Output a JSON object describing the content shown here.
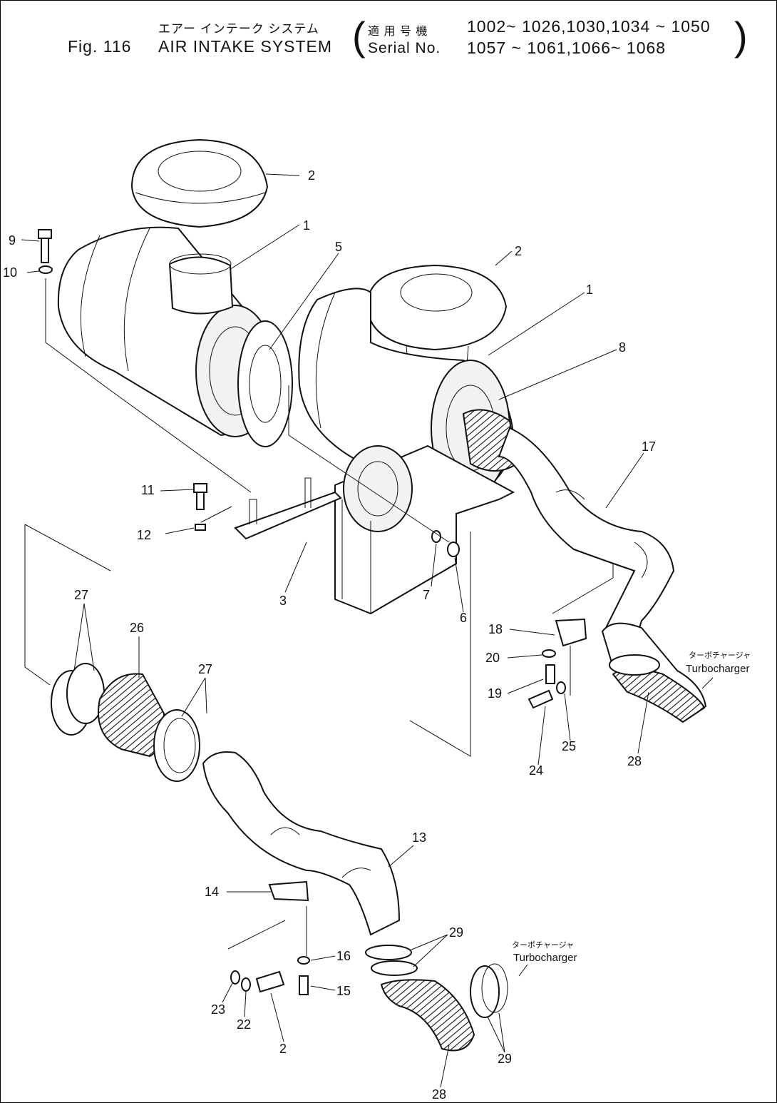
{
  "header": {
    "jp_title": "エアー インテーク システム",
    "fig_label": "Fig. 116",
    "en_title": "AIR INTAKE SYSTEM",
    "serial_jp_label": "適 用 号 機",
    "serial_line1": "1002~ 1026,1030,1034 ~ 1050",
    "serial_en_label": "Serial No.",
    "serial_line2": "1057 ~ 1061,1066~ 1068"
  },
  "callouts": [
    {
      "label": "2"
    },
    {
      "label": "1"
    },
    {
      "label": "5"
    },
    {
      "label": "9"
    },
    {
      "label": "10"
    },
    {
      "label": "2"
    },
    {
      "label": "1"
    },
    {
      "label": "8"
    },
    {
      "label": "17"
    },
    {
      "label": "11"
    },
    {
      "label": "12"
    },
    {
      "label": "3"
    },
    {
      "label": "7"
    },
    {
      "label": "6"
    },
    {
      "label": "27"
    },
    {
      "label": "26"
    },
    {
      "label": "27"
    },
    {
      "label": "18"
    },
    {
      "label": "20"
    },
    {
      "label": "19"
    },
    {
      "label": "24"
    },
    {
      "label": "25"
    },
    {
      "label": "28"
    },
    {
      "label": "13"
    },
    {
      "label": "14"
    },
    {
      "label": "29"
    },
    {
      "label": "16"
    },
    {
      "label": "15"
    },
    {
      "label": "23"
    },
    {
      "label": "22"
    },
    {
      "label": "2"
    },
    {
      "label": "28"
    },
    {
      "label": "29"
    }
  ],
  "annotations": {
    "turbo_upper_jp": "ターボチャージャ",
    "turbo_upper_en": "Turbocharger",
    "turbo_lower_jp": "ターボチャージャ",
    "turbo_lower_en": "Turbocharger"
  }
}
